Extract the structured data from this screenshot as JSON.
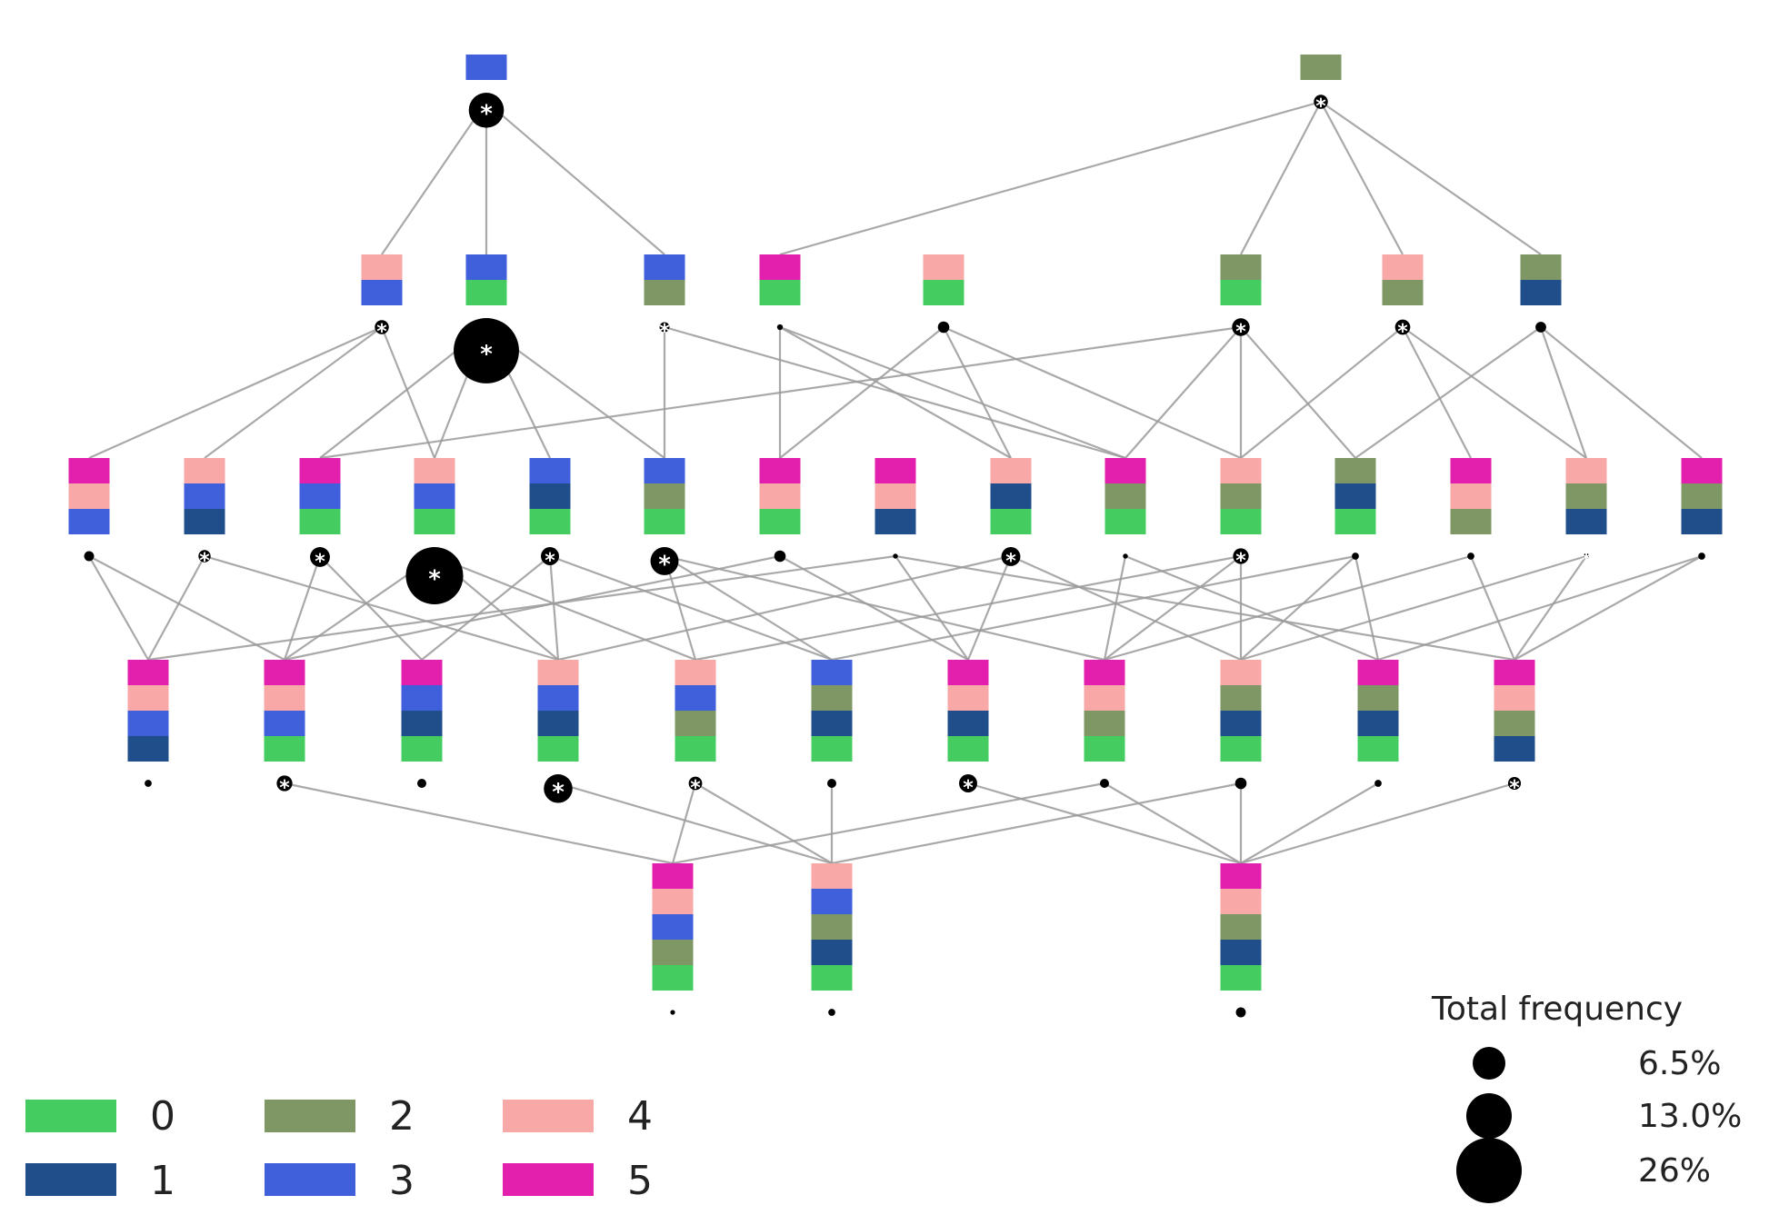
{
  "colors": {
    "0": "#44CC61",
    "1": "#1F4E8A",
    "2": "#7E9765",
    "3": "#3F5FDB",
    "4": "#F9A8A8",
    "5": "#E320AE",
    "edge": "#9a9a9a",
    "dot": "#000000"
  },
  "lattice": {
    "levels": [
      {
        "nodes": [
          {
            "id": "a",
            "stack": [
              3
            ],
            "freq": 7.5,
            "star": true
          },
          {
            "id": "b",
            "stack": [
              2
            ],
            "freq": 1.2,
            "star": true
          }
        ]
      },
      {
        "nodes": [
          {
            "id": "c",
            "stack": [
              4,
              3
            ],
            "freq": 1.2,
            "star": true
          },
          {
            "id": "d",
            "stack": [
              3,
              0
            ],
            "freq": 26,
            "star": true
          },
          {
            "id": "e",
            "stack": [
              3,
              2
            ],
            "freq": 0.6,
            "star": true
          },
          {
            "id": "f",
            "stack": [
              5,
              0
            ],
            "freq": 0.2,
            "star": false
          },
          {
            "id": "g",
            "stack": [
              4,
              0
            ],
            "freq": 0.8,
            "star": false
          },
          {
            "id": "h",
            "stack": [
              2,
              0
            ],
            "freq": 1.9,
            "star": true
          },
          {
            "id": "i",
            "stack": [
              4,
              2
            ],
            "freq": 1.4,
            "star": true
          },
          {
            "id": "j",
            "stack": [
              2,
              1
            ],
            "freq": 0.7,
            "star": false
          }
        ]
      },
      {
        "nodes": [
          {
            "id": "k",
            "stack": [
              5,
              4,
              3
            ],
            "freq": 0.6,
            "star": false
          },
          {
            "id": "l",
            "stack": [
              4,
              3,
              1
            ],
            "freq": 0.9,
            "star": true
          },
          {
            "id": "m",
            "stack": [
              5,
              3,
              0
            ],
            "freq": 2.4,
            "star": true
          },
          {
            "id": "n",
            "stack": [
              4,
              3,
              0
            ],
            "freq": 20,
            "star": true
          },
          {
            "id": "o",
            "stack": [
              3,
              1,
              0
            ],
            "freq": 2.0,
            "star": true
          },
          {
            "id": "p",
            "stack": [
              3,
              2,
              0
            ],
            "freq": 4.8,
            "star": true
          },
          {
            "id": "q",
            "stack": [
              5,
              4,
              0
            ],
            "freq": 0.8,
            "star": false
          },
          {
            "id": "r",
            "stack": [
              5,
              4,
              1
            ],
            "freq": 0.15,
            "star": false
          },
          {
            "id": "s",
            "stack": [
              4,
              1,
              0
            ],
            "freq": 2.2,
            "star": true
          },
          {
            "id": "t",
            "stack": [
              5,
              2,
              0
            ],
            "freq": 0.15,
            "star": false
          },
          {
            "id": "u",
            "stack": [
              4,
              2,
              0
            ],
            "freq": 1.5,
            "star": true
          },
          {
            "id": "v",
            "stack": [
              2,
              1,
              0
            ],
            "freq": 0.3,
            "star": false
          },
          {
            "id": "w",
            "stack": [
              5,
              4,
              2
            ],
            "freq": 0.3,
            "star": false
          },
          {
            "id": "x",
            "stack": [
              4,
              2,
              1
            ],
            "freq": 0.2,
            "star": true
          },
          {
            "id": "y",
            "stack": [
              5,
              2,
              1
            ],
            "freq": 0.3,
            "star": false
          }
        ]
      },
      {
        "nodes": [
          {
            "id": "A",
            "stack": [
              5,
              4,
              3,
              1
            ],
            "freq": 0.3,
            "star": false
          },
          {
            "id": "B",
            "stack": [
              5,
              4,
              3,
              0
            ],
            "freq": 1.5,
            "star": true
          },
          {
            "id": "C",
            "stack": [
              5,
              3,
              1,
              0
            ],
            "freq": 0.5,
            "star": false
          },
          {
            "id": "D",
            "stack": [
              4,
              3,
              1,
              0
            ],
            "freq": 5.0,
            "star": true
          },
          {
            "id": "E",
            "stack": [
              4,
              3,
              2,
              0
            ],
            "freq": 1.1,
            "star": true
          },
          {
            "id": "F",
            "stack": [
              3,
              2,
              1,
              0
            ],
            "freq": 0.5,
            "star": false
          },
          {
            "id": "G",
            "stack": [
              5,
              4,
              1,
              0
            ],
            "freq": 2.0,
            "star": true
          },
          {
            "id": "H",
            "stack": [
              5,
              4,
              2,
              0
            ],
            "freq": 0.5,
            "star": false
          },
          {
            "id": "I",
            "stack": [
              4,
              2,
              1,
              0
            ],
            "freq": 0.8,
            "star": false
          },
          {
            "id": "J",
            "stack": [
              5,
              2,
              1,
              0
            ],
            "freq": 0.3,
            "star": false
          },
          {
            "id": "K",
            "stack": [
              5,
              4,
              2,
              1
            ],
            "freq": 1.0,
            "star": true
          }
        ]
      },
      {
        "nodes": [
          {
            "id": "L",
            "stack": [
              5,
              4,
              3,
              2,
              0
            ],
            "freq": 0.1,
            "star": false
          },
          {
            "id": "M",
            "stack": [
              4,
              3,
              2,
              1,
              0
            ],
            "freq": 0.3,
            "star": false
          },
          {
            "id": "N",
            "stack": [
              5,
              4,
              2,
              1,
              0
            ],
            "freq": 0.6,
            "star": false
          }
        ]
      }
    ],
    "edges": [
      [
        "a",
        "c"
      ],
      [
        "a",
        "d"
      ],
      [
        "a",
        "e"
      ],
      [
        "b",
        "f"
      ],
      [
        "b",
        "h"
      ],
      [
        "b",
        "i"
      ],
      [
        "b",
        "j"
      ],
      [
        "c",
        "k"
      ],
      [
        "c",
        "l"
      ],
      [
        "c",
        "n"
      ],
      [
        "d",
        "m"
      ],
      [
        "d",
        "n"
      ],
      [
        "d",
        "o"
      ],
      [
        "d",
        "p"
      ],
      [
        "e",
        "p"
      ],
      [
        "e",
        "t"
      ],
      [
        "f",
        "q"
      ],
      [
        "f",
        "t"
      ],
      [
        "f",
        "s"
      ],
      [
        "g",
        "q"
      ],
      [
        "g",
        "s"
      ],
      [
        "g",
        "u"
      ],
      [
        "h",
        "m"
      ],
      [
        "h",
        "t"
      ],
      [
        "h",
        "u"
      ],
      [
        "h",
        "v"
      ],
      [
        "i",
        "u"
      ],
      [
        "i",
        "w"
      ],
      [
        "i",
        "x"
      ],
      [
        "j",
        "v"
      ],
      [
        "j",
        "x"
      ],
      [
        "j",
        "y"
      ],
      [
        "k",
        "A"
      ],
      [
        "k",
        "B"
      ],
      [
        "l",
        "A"
      ],
      [
        "l",
        "D"
      ],
      [
        "m",
        "B"
      ],
      [
        "m",
        "C"
      ],
      [
        "n",
        "B"
      ],
      [
        "n",
        "D"
      ],
      [
        "n",
        "E"
      ],
      [
        "o",
        "C"
      ],
      [
        "o",
        "D"
      ],
      [
        "o",
        "F"
      ],
      [
        "p",
        "E"
      ],
      [
        "p",
        "F"
      ],
      [
        "p",
        "H"
      ],
      [
        "q",
        "B"
      ],
      [
        "q",
        "G"
      ],
      [
        "r",
        "A"
      ],
      [
        "r",
        "G"
      ],
      [
        "r",
        "K"
      ],
      [
        "s",
        "D"
      ],
      [
        "s",
        "G"
      ],
      [
        "s",
        "I"
      ],
      [
        "t",
        "H"
      ],
      [
        "t",
        "J"
      ],
      [
        "u",
        "E"
      ],
      [
        "u",
        "H"
      ],
      [
        "u",
        "I"
      ],
      [
        "v",
        "F"
      ],
      [
        "v",
        "I"
      ],
      [
        "v",
        "J"
      ],
      [
        "w",
        "H"
      ],
      [
        "w",
        "K"
      ],
      [
        "x",
        "I"
      ],
      [
        "x",
        "K"
      ],
      [
        "y",
        "J"
      ],
      [
        "y",
        "K"
      ],
      [
        "B",
        "L"
      ],
      [
        "E",
        "L"
      ],
      [
        "H",
        "L"
      ],
      [
        "D",
        "M"
      ],
      [
        "E",
        "M"
      ],
      [
        "F",
        "M"
      ],
      [
        "I",
        "M"
      ],
      [
        "G",
        "N"
      ],
      [
        "H",
        "N"
      ],
      [
        "I",
        "N"
      ],
      [
        "J",
        "N"
      ],
      [
        "K",
        "N"
      ]
    ]
  },
  "legend": {
    "categories": [
      "0",
      "1",
      "2",
      "3",
      "4",
      "5"
    ],
    "size_title": "Total frequency",
    "sizes": [
      {
        "label": "6.5%",
        "value": 6.5
      },
      {
        "label": "13.0%",
        "value": 13.0
      },
      {
        "label": "26%",
        "value": 26
      }
    ]
  }
}
